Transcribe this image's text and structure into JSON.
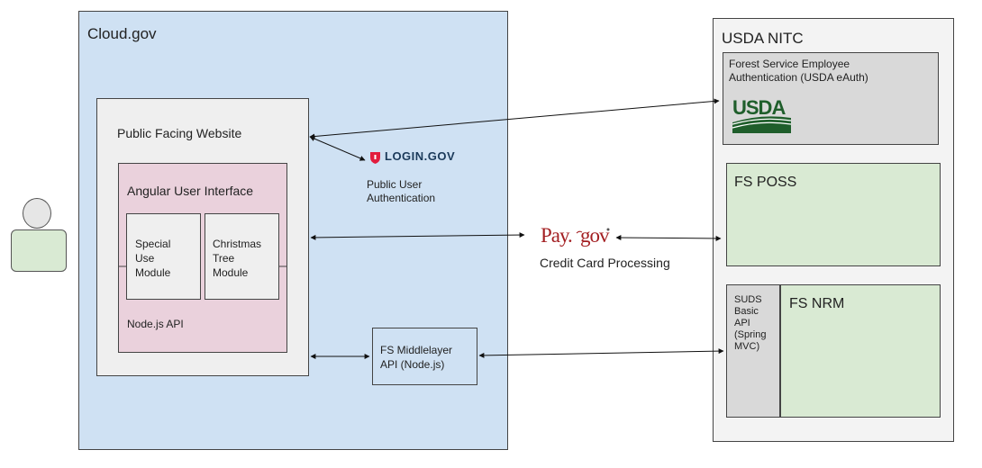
{
  "cloud": {
    "title": "Cloud.gov"
  },
  "public_site": {
    "title": "Public Facing Website"
  },
  "angular_ui": {
    "title": "Angular User Interface",
    "api_label": "Node.js API"
  },
  "modules": {
    "special_use": "Special\nUse\nModule",
    "christmas_tree": "Christmas\nTree\nModule"
  },
  "middlelayer": {
    "label": "FS Middlelayer\nAPI (Node.js)"
  },
  "login_gov": {
    "logo_text": "LOGIN.GOV",
    "caption": "Public User\nAuthentication",
    "shield_color": "#e21c3d"
  },
  "pay_gov": {
    "logo_pay": "Pay.",
    "logo_gov": "gov",
    "caption": "Credit Card Processing",
    "color": "#a31f22"
  },
  "usda_nitc": {
    "title": "USDA NITC",
    "eauth": {
      "label": "Forest Service Employee\nAuthentication (USDA eAuth)",
      "logo_text": "USDA",
      "logo_color": "#1f5e2b"
    },
    "poss": {
      "title": "FS POSS"
    },
    "suds": {
      "label": "SUDS\nBasic\nAPI\n(Spring\nMVC)"
    },
    "nrm": {
      "title": "FS NRM"
    }
  },
  "colors": {
    "cloud_bg": "#cfe1f3",
    "box_grey": "#efefef",
    "angular_pink": "#ead1dc",
    "green": "#d9ead3",
    "usda_grey": "#d9d9d9"
  }
}
